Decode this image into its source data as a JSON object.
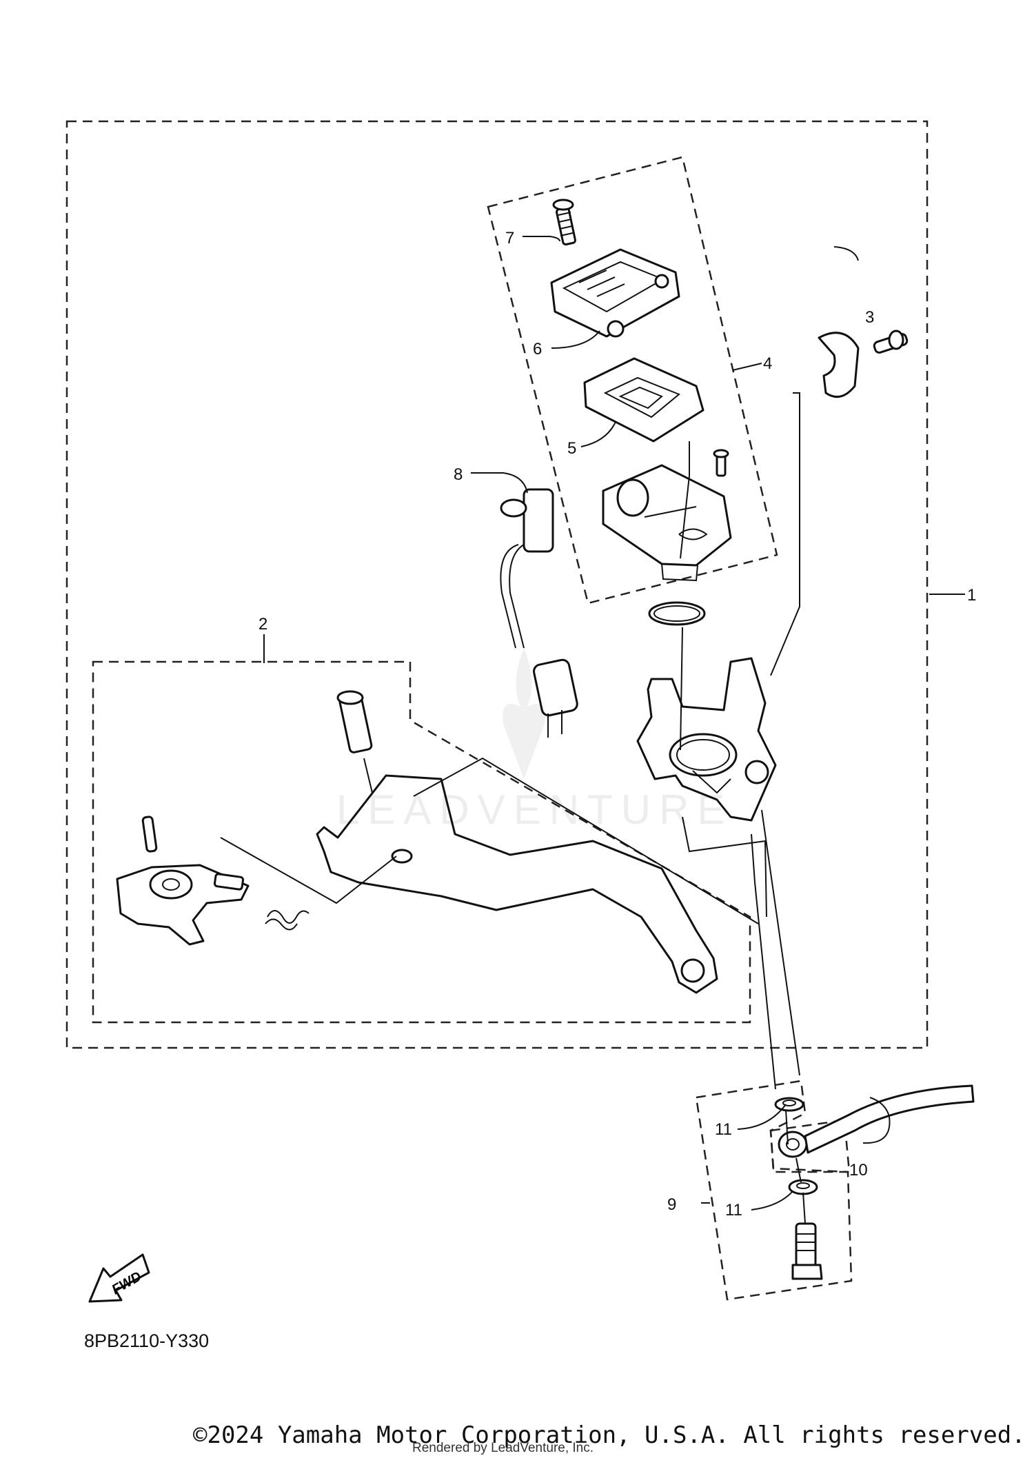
{
  "diagram": {
    "code": "8PB2110-Y330",
    "fwd_label": "FWD",
    "callouts": {
      "c1": "1",
      "c2": "2",
      "c3": "3",
      "c4": "4",
      "c5": "5",
      "c6": "6",
      "c7": "7",
      "c8": "8",
      "c9": "9",
      "c10": "10",
      "c11a": "11",
      "c11b": "11"
    }
  },
  "footer": {
    "copyright": "©2024 Yamaha Motor Corporation, U.S.A. All rights reserved.",
    "rendered_by": "Rendered by LeadVenture, Inc."
  },
  "watermark": {
    "text": "LEADVENTURE"
  }
}
